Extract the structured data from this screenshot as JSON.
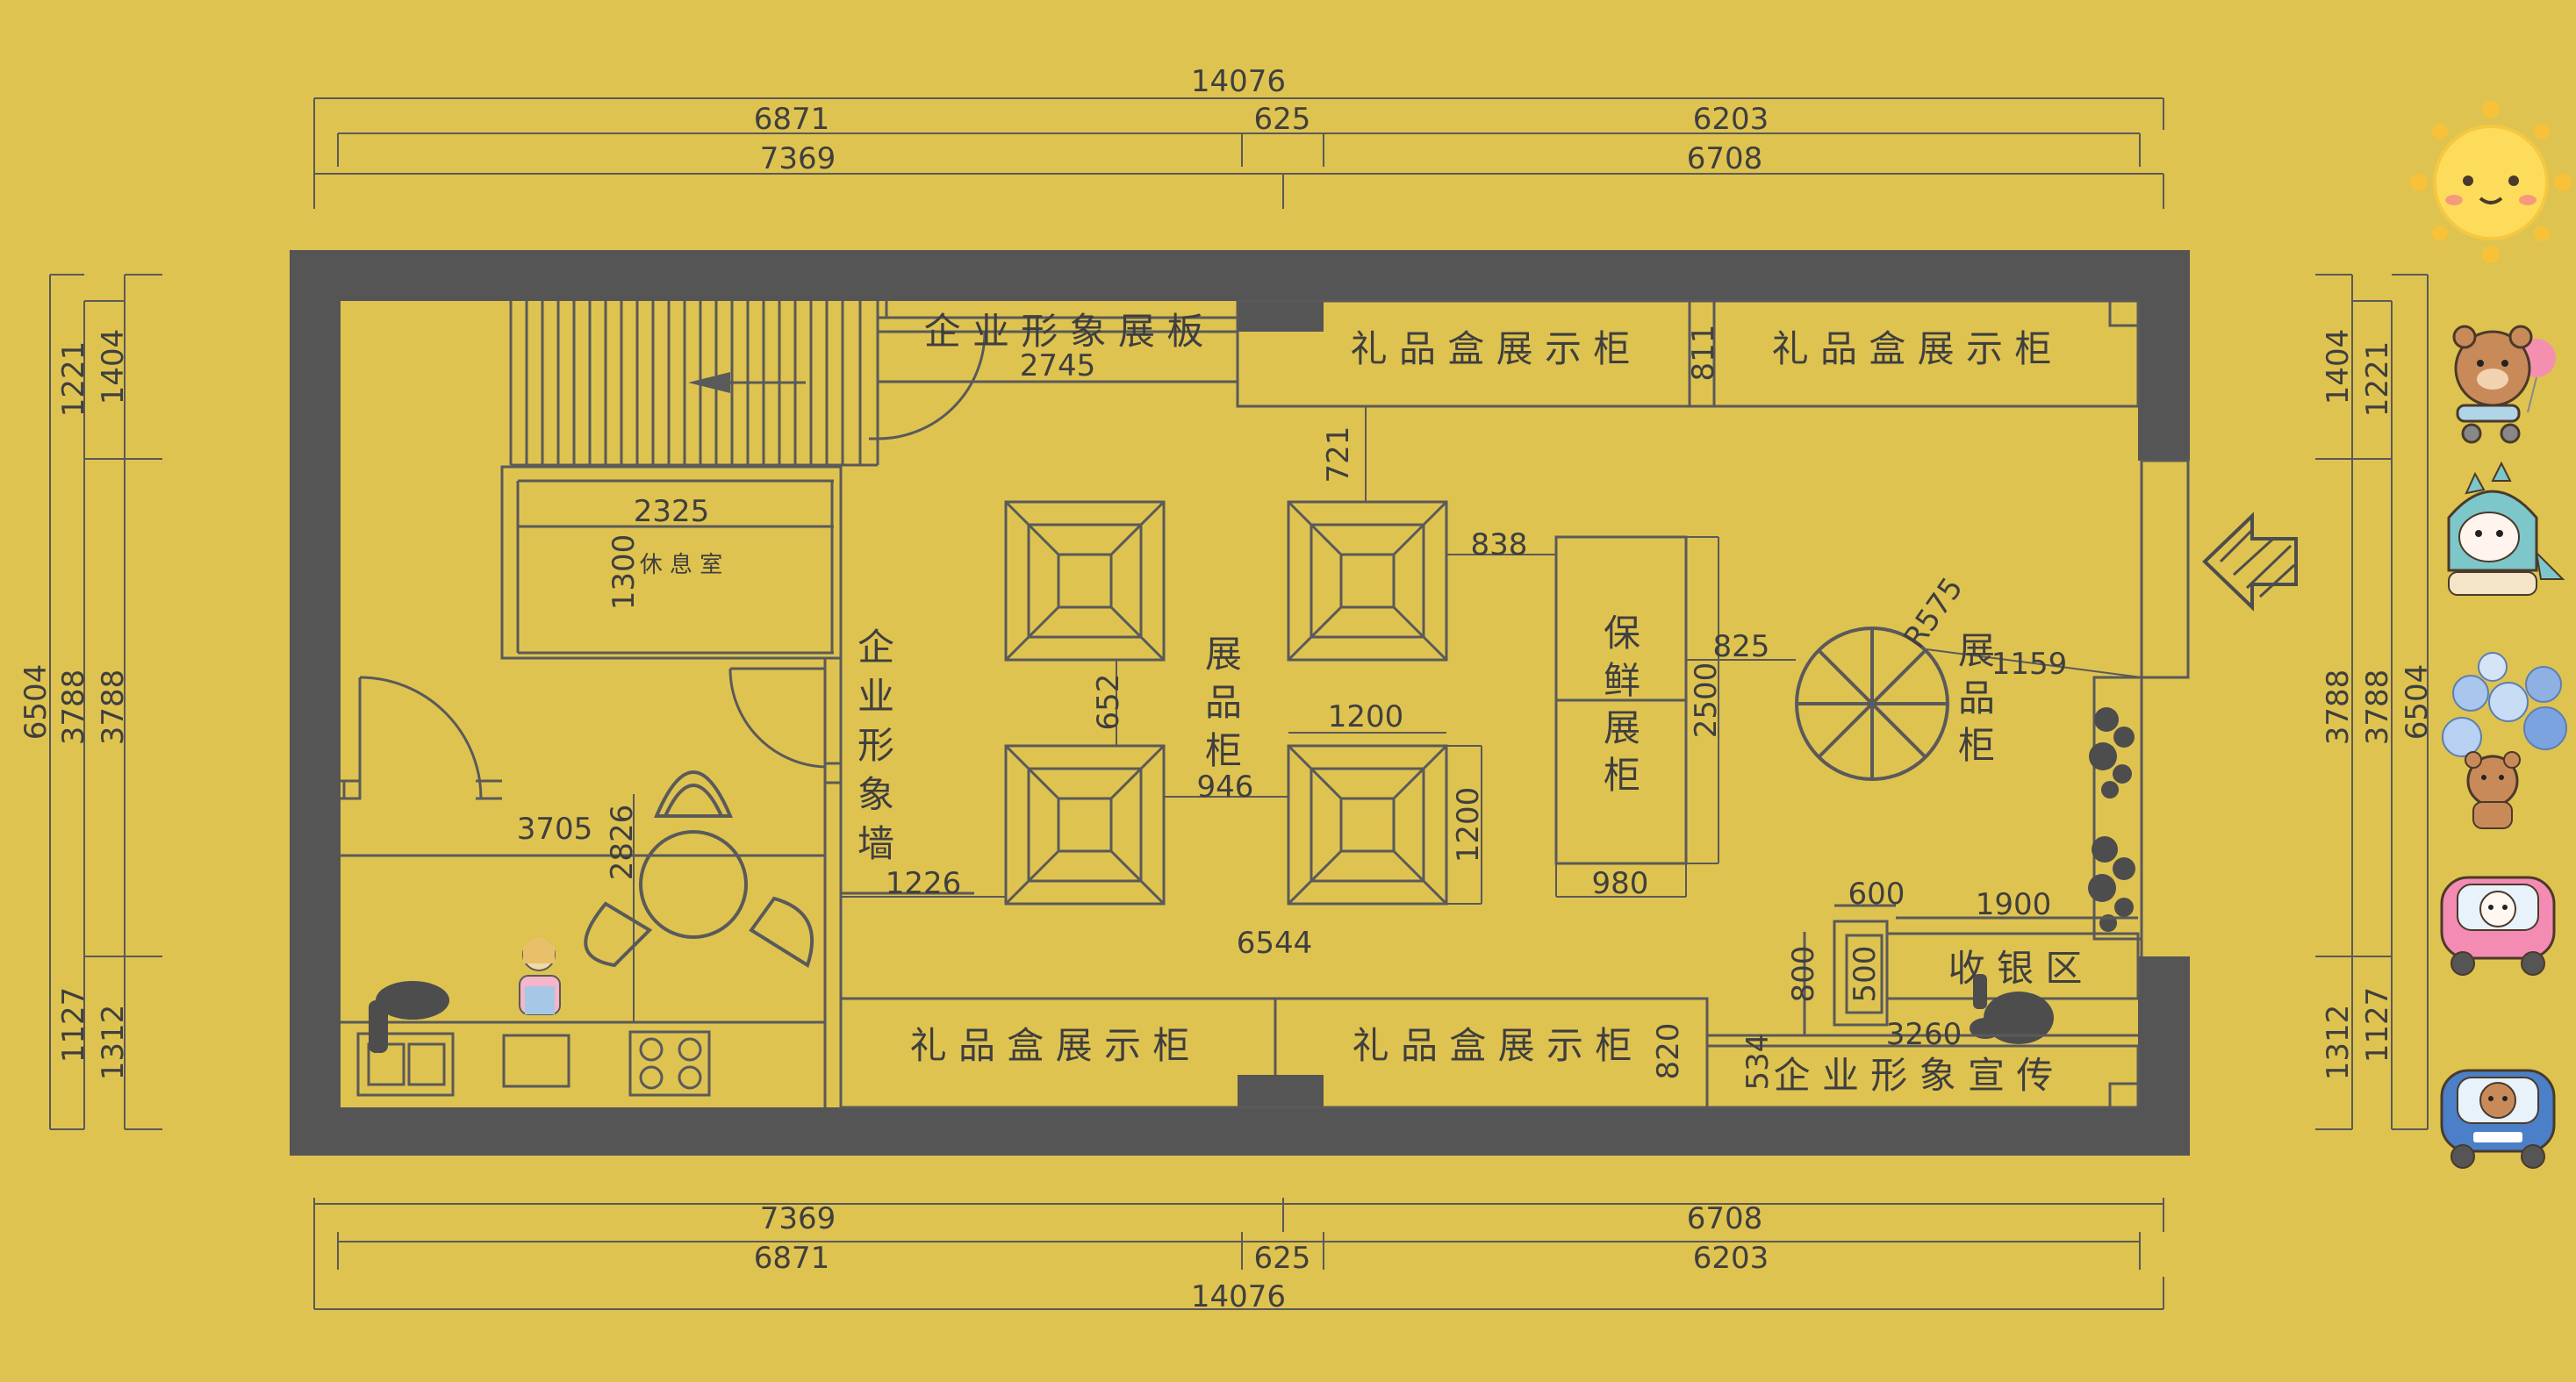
{
  "colors": {
    "background": "#DFC350",
    "wall": "#555555",
    "line": "#5a5a5a",
    "text": "#3f3f3f"
  },
  "dims": {
    "top_total": "14076",
    "top_a": "6871",
    "top_gap": "625",
    "top_b": "6203",
    "top_c": "7369",
    "top_d": "6708",
    "bottom_c": "7369",
    "bottom_d": "6708",
    "bottom_a": "6871",
    "bottom_gap": "625",
    "bottom_b": "6203",
    "bottom_total": "14076",
    "left_1221": "1221",
    "left_1404": "1404",
    "left_6504": "6504",
    "left_3788a": "3788",
    "left_3788b": "3788",
    "left_1127": "1127",
    "left_1312": "1312",
    "right_1404": "1404",
    "right_1221": "1221",
    "right_3788a": "3788",
    "right_3788b": "3788",
    "right_6504": "6504",
    "right_1312": "1312",
    "right_1127": "1127",
    "d2745": "2745",
    "d2325": "2325",
    "d1300": "1300",
    "d721": "721",
    "d838": "838",
    "d652": "652",
    "d825": "825",
    "d2500": "2500",
    "d1200a": "1200",
    "d946": "946",
    "d1200b": "1200",
    "d980": "980",
    "d3705": "3705",
    "d2826": "2826",
    "d1226": "1226",
    "d6544": "6544",
    "d811": "811",
    "d1159": "1159",
    "dR575": "R575",
    "d600": "600",
    "d1900": "1900",
    "d800": "800",
    "d500": "500",
    "d3260": "3260",
    "d534": "534",
    "d820": "820"
  },
  "labels": {
    "corp_board": "企 业 形 象 展 板",
    "gift_top_1": "礼 品 盒 展 示 柜",
    "gift_top_2": "礼 品 盒 展 示 柜",
    "lounge": "休 息 室",
    "corp_wall": [
      "企",
      "业",
      "形",
      "象",
      "墙"
    ],
    "display_center": [
      "展",
      "品",
      "柜"
    ],
    "fresh_cabinet": [
      "保",
      "鲜",
      "展",
      "柜"
    ],
    "display_right": [
      "展",
      "品",
      "柜"
    ],
    "cashier": "收 银 区",
    "gift_bottom_1": "礼 品 盒 展 示 柜",
    "gift_bottom_2": "礼 品 盒 展 示 柜",
    "corp_promo": "企 业 形 象 宣 传"
  },
  "icons": {
    "sun": "sun-sticker-icon",
    "entrance": "entrance-arrow-icon",
    "stairs_arrow": "stairs-arrow-icon"
  }
}
